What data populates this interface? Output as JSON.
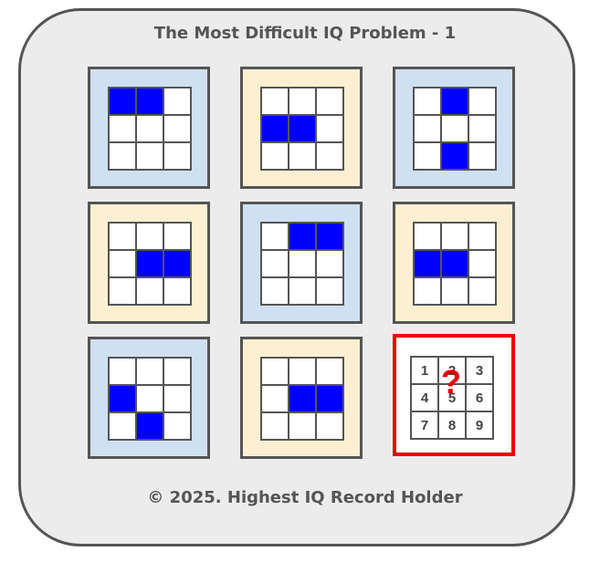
{
  "title": "The Most Difficult IQ Problem - 1",
  "footer": "© 2025. Highest IQ Record Holder",
  "colors": {
    "filled": "#0000ff",
    "tile_blue": "#cfe0f1",
    "tile_cream": "#fdf0d2",
    "answer_border": "#e60000",
    "question_mark": "#e60000"
  },
  "puzzle": [
    {
      "tile_color": "blue",
      "filled_cells": [
        0,
        1
      ]
    },
    {
      "tile_color": "cream",
      "filled_cells": [
        3,
        4
      ]
    },
    {
      "tile_color": "blue",
      "filled_cells": [
        1,
        7
      ]
    },
    {
      "tile_color": "cream",
      "filled_cells": [
        4,
        5
      ]
    },
    {
      "tile_color": "blue",
      "filled_cells": [
        1,
        2
      ]
    },
    {
      "tile_color": "cream",
      "filled_cells": [
        3,
        4
      ]
    },
    {
      "tile_color": "blue",
      "filled_cells": [
        3,
        7
      ]
    },
    {
      "tile_color": "cream",
      "filled_cells": [
        4,
        5
      ]
    }
  ],
  "answer": {
    "numbers": [
      "1",
      "2",
      "3",
      "4",
      "5",
      "6",
      "7",
      "8",
      "9"
    ],
    "question_mark": "?"
  }
}
